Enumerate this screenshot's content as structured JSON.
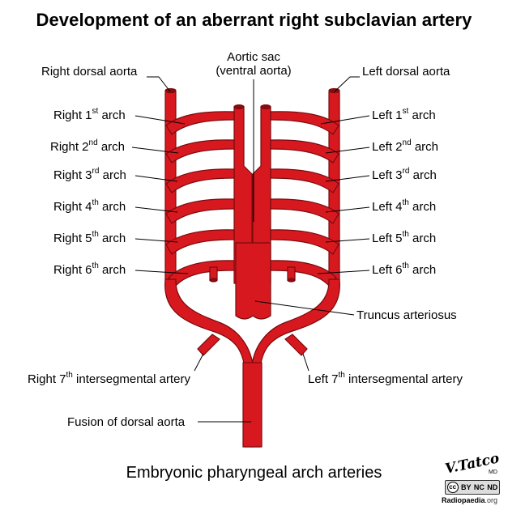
{
  "title": "Development of an aberrant right subclavian artery",
  "caption": "Embryonic pharyngeal arch arteries",
  "colors": {
    "artery": "#d7191f",
    "artery_dark": "#8a0c0f",
    "leader": "#000000"
  },
  "labels": {
    "aortic_sac_line1": "Aortic sac",
    "aortic_sac_line2": "(ventral aorta)",
    "right_dorsal_aorta": "Right dorsal aorta",
    "left_dorsal_aorta": "Left dorsal aorta",
    "right_arches": [
      {
        "pre": "Right 1",
        "sup": "st",
        "post": " arch"
      },
      {
        "pre": "Right 2",
        "sup": "nd",
        "post": " arch"
      },
      {
        "pre": "Right 3",
        "sup": "rd",
        "post": " arch"
      },
      {
        "pre": "Right 4",
        "sup": "th",
        "post": " arch"
      },
      {
        "pre": "Right 5",
        "sup": "th",
        "post": " arch"
      },
      {
        "pre": "Right 6",
        "sup": "th",
        "post": " arch"
      }
    ],
    "left_arches": [
      {
        "pre": "Left 1",
        "sup": "st",
        "post": " arch"
      },
      {
        "pre": "Left 2",
        "sup": "nd",
        "post": " arch"
      },
      {
        "pre": "Left 3",
        "sup": "rd",
        "post": " arch"
      },
      {
        "pre": "Left 4",
        "sup": "th",
        "post": " arch"
      },
      {
        "pre": "Left 5",
        "sup": "th",
        "post": " arch"
      },
      {
        "pre": "Left 6",
        "sup": "th",
        "post": " arch"
      }
    ],
    "truncus": "Truncus arteriosus",
    "right_7th": {
      "pre": "Right 7",
      "sup": "th",
      "post": " intersegmental artery"
    },
    "left_7th": {
      "pre": "Left 7",
      "sup": "th",
      "post": " intersegmental artery"
    },
    "fusion": "Fusion of dorsal aorta"
  },
  "credit": {
    "signature": "V.Tatco",
    "signature_suffix": "MD",
    "license_badges": [
      "cc",
      "BY",
      "NC",
      "ND"
    ],
    "site": "Radiopaedia",
    "site_tld": ".org"
  }
}
